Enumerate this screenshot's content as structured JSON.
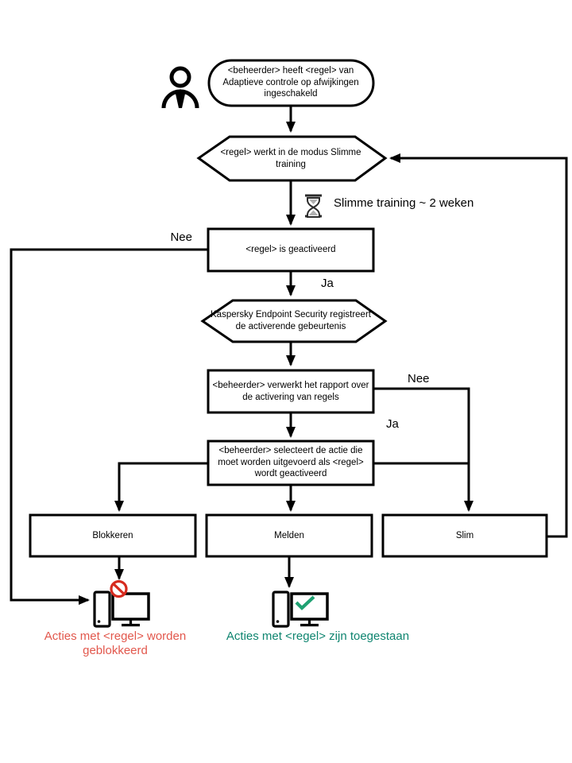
{
  "colors": {
    "line": "#000000",
    "blocked_text": "#e2574c",
    "allowed_text": "#0f8570",
    "prohibition": "#d62b1f",
    "check": "#1fa172",
    "sand": "#b0b0b0"
  },
  "nodes": {
    "start": "<beheerder> heeft <regel> van\nAdaptieve controle op afwijkingen\ningeschakeld",
    "training_mode": "<regel> werkt in de modus Slimme\ntraining",
    "rule_triggered": "<regel> is geactiveerd",
    "registers_event": "Kaspersky Endpoint Security registreert\nde activerende gebeurtenis",
    "processes_report": "<beheerder> verwerkt het rapport over\nde activering van regels",
    "selects_action": "<beheerder> selecteert de actie die\nmoet worden uitgevoerd als <regel>\nwordt geactiveerd",
    "action_block": "Blokkeren",
    "action_notify": "Melden",
    "action_smart": "Slim"
  },
  "labels": {
    "training_duration": "Slimme training ~ 2 weken",
    "nee_rule": "Nee",
    "ja_rule": "Ja",
    "nee_report": "Nee",
    "ja_report": "Ja"
  },
  "outcomes": {
    "blocked": "Acties met <regel> worden\ngeblokkeerd",
    "allowed": "Acties met <regel> zijn toegestaan"
  }
}
